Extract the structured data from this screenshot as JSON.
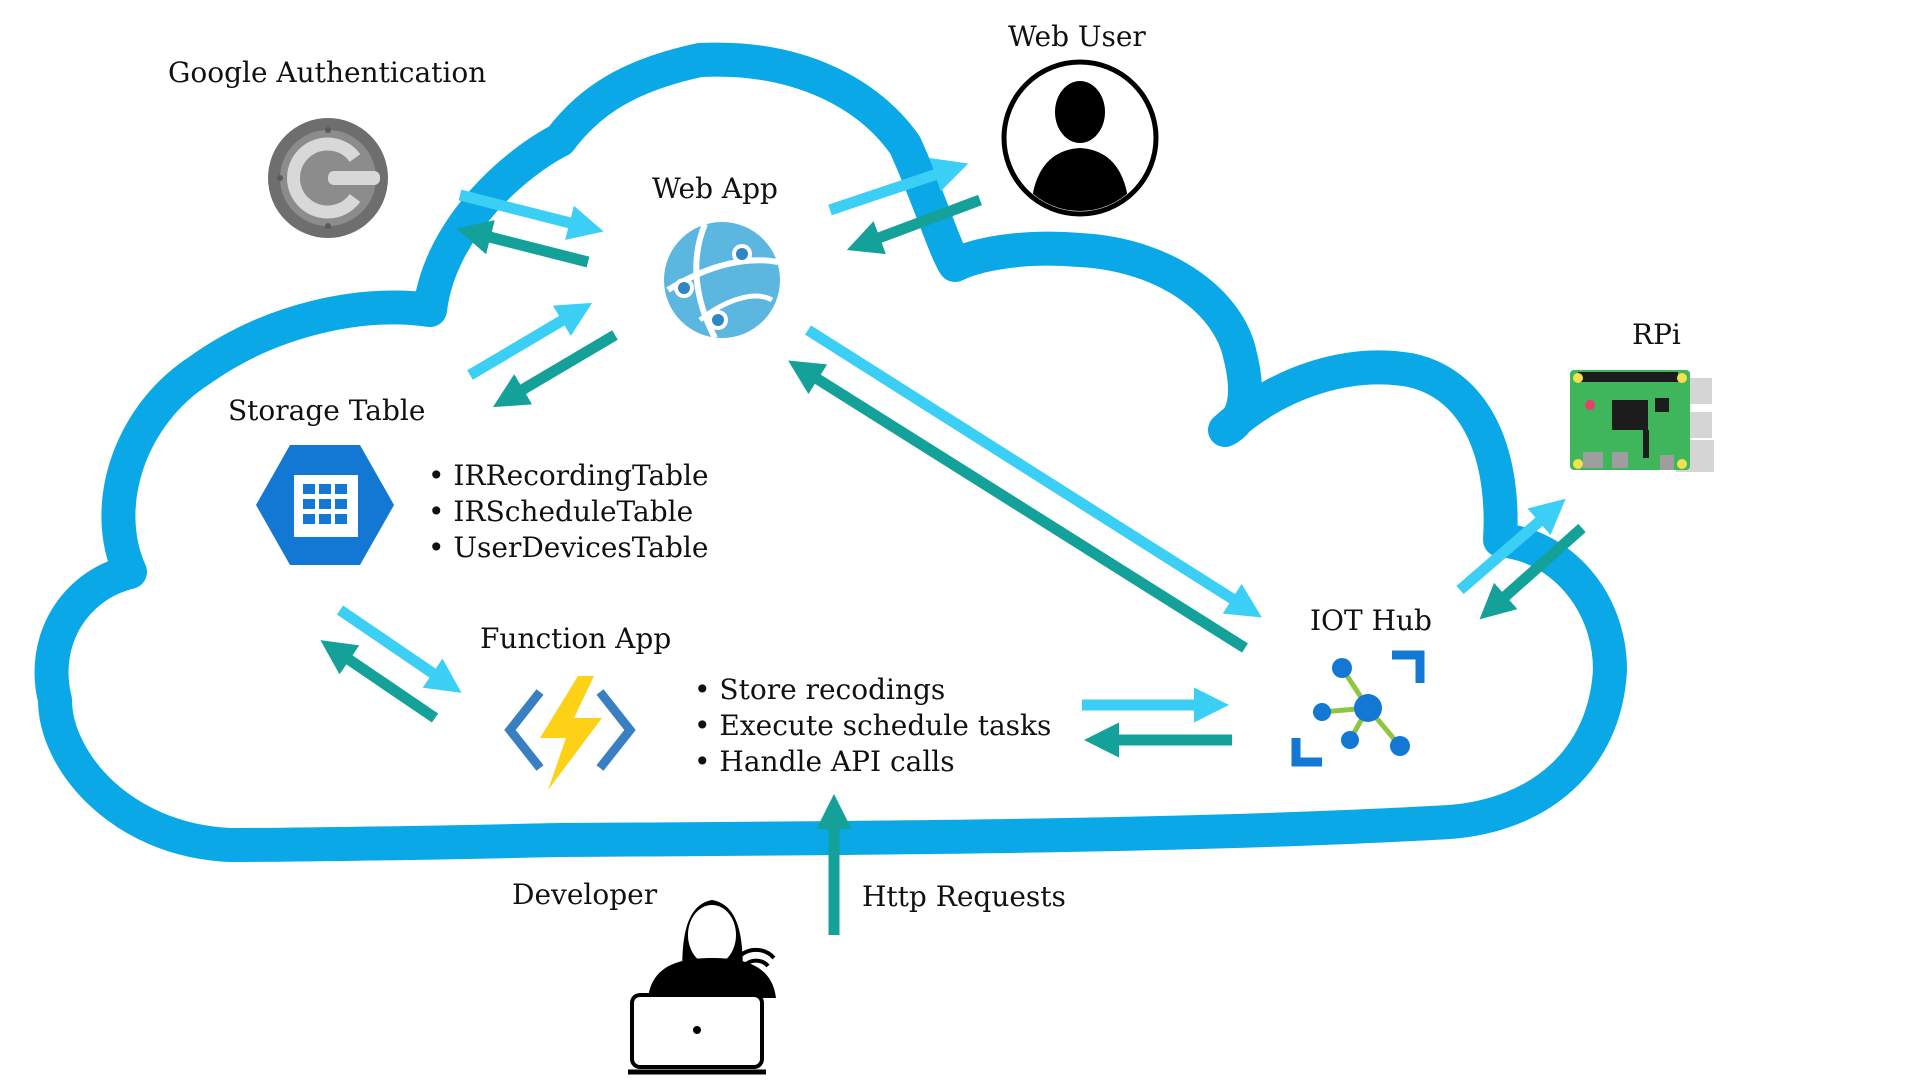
{
  "labels": {
    "google_auth": "Google Authentication",
    "web_user": "Web User",
    "web_app": "Web App",
    "rpi": "RPi",
    "storage_table": "Storage Table",
    "function_app": "Function App",
    "iot_hub": "IOT Hub",
    "developer": "Developer",
    "http_requests": "Http Requests"
  },
  "storage_tables": [
    "IRRecordingTable",
    "IRScheduleTable",
    "UserDevicesTable"
  ],
  "function_tasks": [
    "Store recodings",
    "Execute schedule tasks",
    "Handle API calls"
  ],
  "icons": {
    "google_auth": "google-authenticator-icon",
    "web_user": "user-silhouette-icon",
    "web_app": "azure-web-app-icon",
    "rpi": "raspberry-pi-board-icon",
    "storage_table": "azure-storage-table-icon",
    "function_app": "azure-function-app-icon",
    "iot_hub": "azure-iot-hub-icon",
    "developer": "developer-laptop-icon"
  },
  "colors": {
    "cloud": "#0aa8e6",
    "arrow_request": "#3ccff5",
    "arrow_response": "#13a19a"
  }
}
